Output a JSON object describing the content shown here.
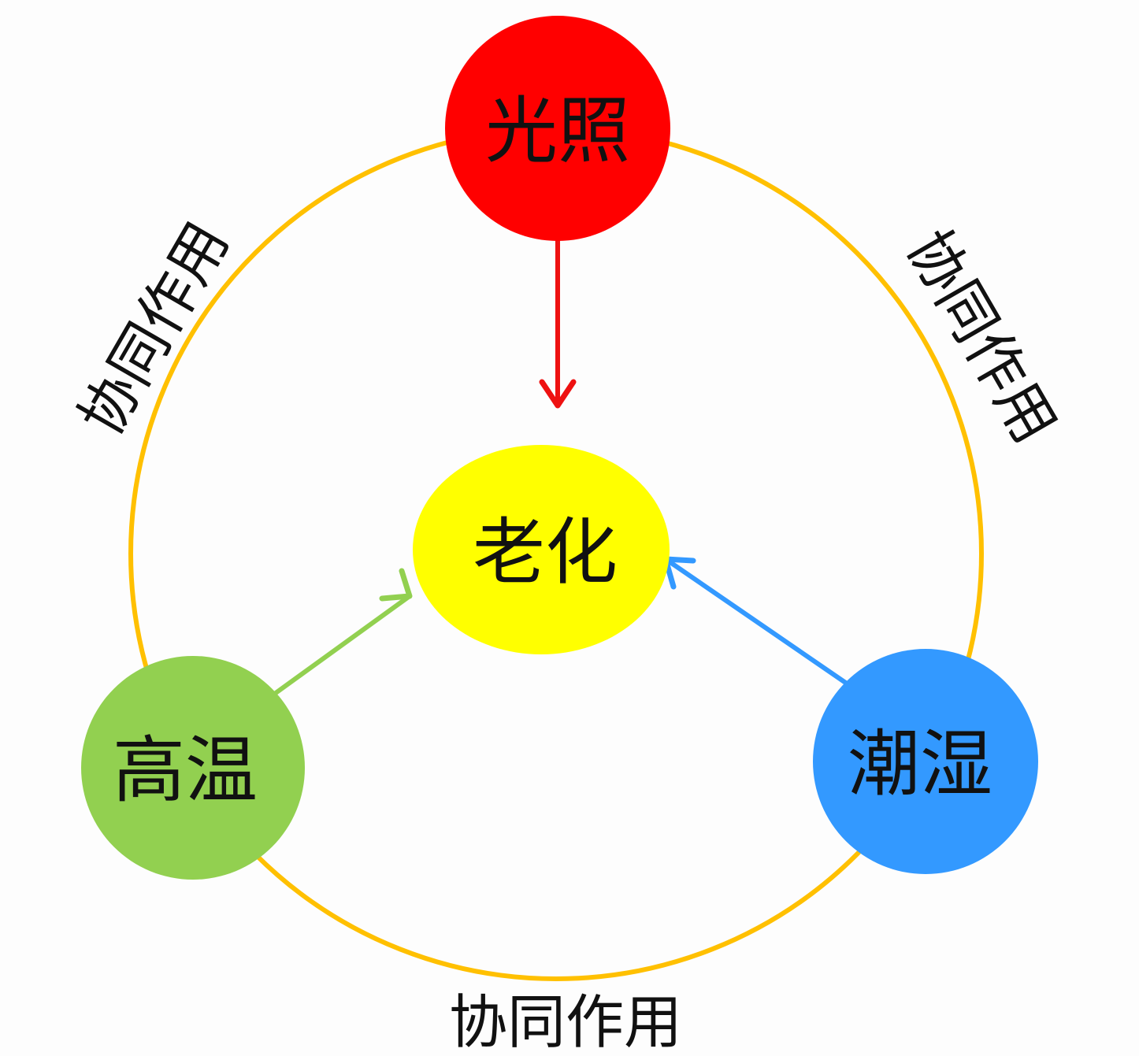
{
  "diagram": {
    "center": {
      "label": "老化",
      "color": "#FFFF00"
    },
    "nodes": {
      "light": {
        "label": "光照",
        "color": "#FF0000",
        "arrow_color": "#EE1111"
      },
      "heat": {
        "label": "高温",
        "color": "#92D050",
        "arrow_color": "#92D050"
      },
      "humidity": {
        "label": "潮湿",
        "color": "#3399FF",
        "arrow_color": "#3399FF"
      }
    },
    "ring_color": "#FFC000",
    "edge_labels": {
      "left": "协同作用",
      "right": "协同作用",
      "bottom": "协同作用"
    }
  }
}
